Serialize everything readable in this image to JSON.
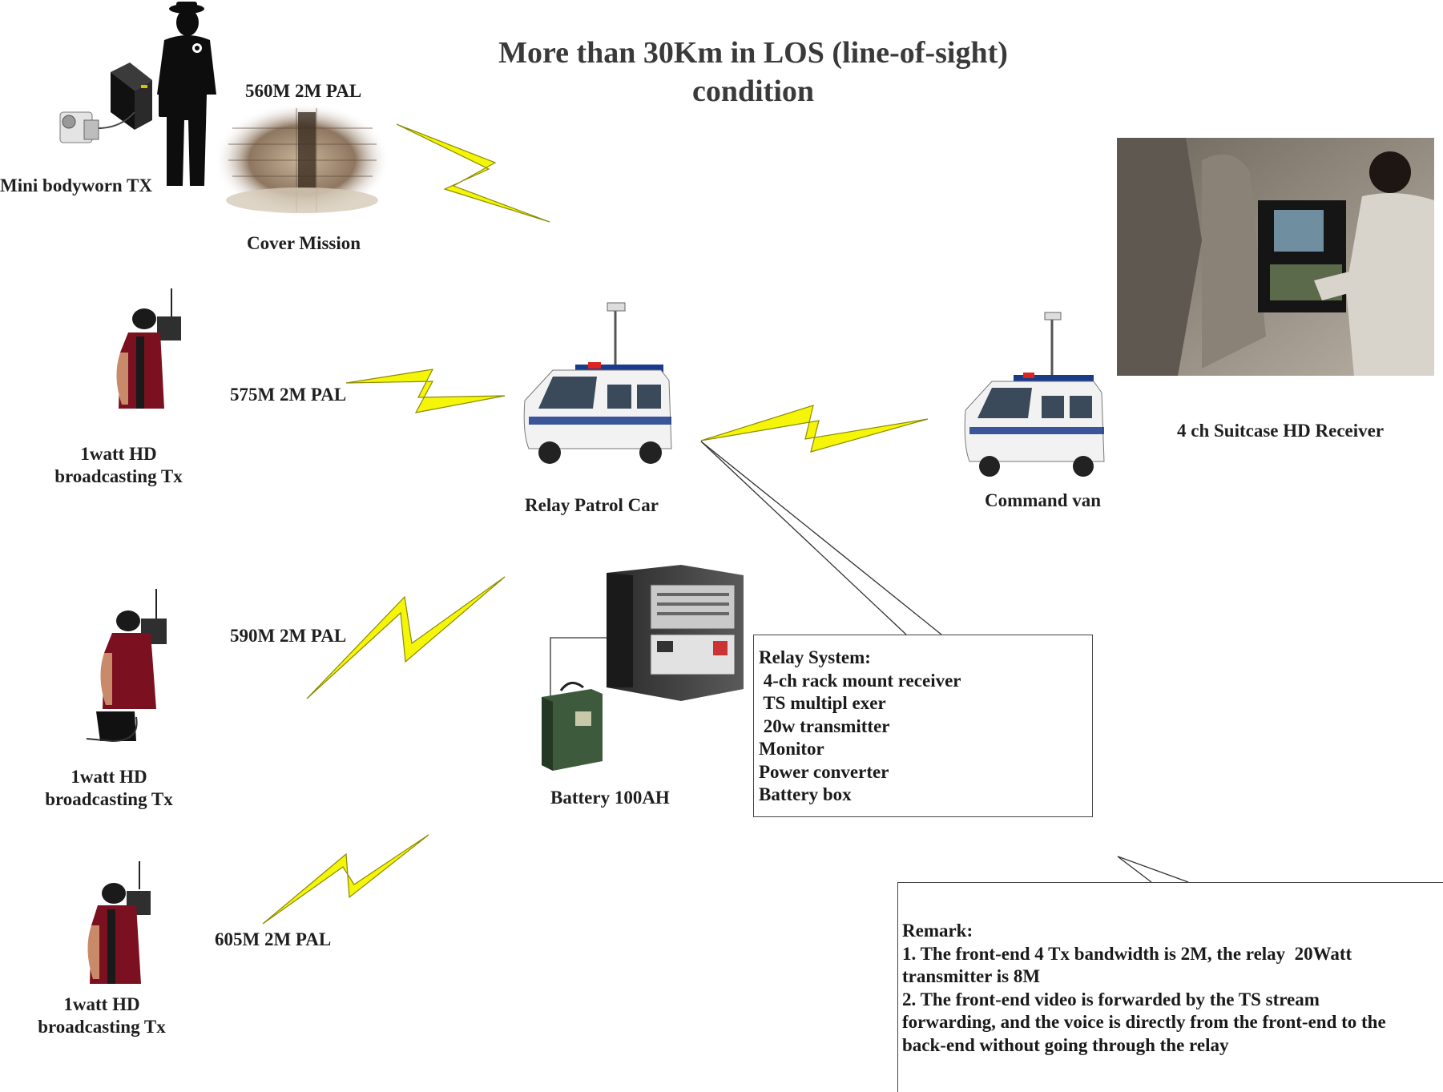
{
  "title": {
    "line1": "More than 30Km in LOS (line-of-sight)",
    "line2": "condition"
  },
  "labels": {
    "mini_bodyworn_tx": "Mini bodyworn TX",
    "cover_mission": "Cover Mission",
    "link_560": "560M 2M PAL",
    "link_575": "575M 2M PAL",
    "link_590": "590M 2M PAL",
    "link_605": "605M 2M PAL",
    "tx1_line1": "1watt HD",
    "tx1_line2": "broadcasting Tx",
    "tx2_line1": "1watt HD",
    "tx2_line2": "broadcasting Tx",
    "tx3_line1": "1watt HD",
    "tx3_line2": "broadcasting Tx",
    "relay_patrol_car": "Relay Patrol Car",
    "command_van": "Command van",
    "suitcase_receiver": "4 ch Suitcase HD  Receiver",
    "battery": "Battery 100AH"
  },
  "relay_system": {
    "lines": [
      "Relay System:",
      " 4-ch rack mount receiver",
      " TS multipl exer",
      " 20w transmitter",
      "Monitor",
      "Power converter",
      "Battery box"
    ]
  },
  "remark": {
    "lines": [
      "Remark:",
      "1. The front-end 4 Tx bandwidth is 2M, the relay  20Watt",
      "transmitter is 8M",
      "2. The front-end video is forwarded by the TS stream",
      "forwarding, and the voice is directly from the front-end to the",
      "back-end without going through the relay"
    ]
  },
  "colors": {
    "lightning_fill": "#f5f50a",
    "lightning_stroke": "#8a8a00",
    "police_blue": "#1a3a8a",
    "jacket_red": "#7a1020"
  }
}
